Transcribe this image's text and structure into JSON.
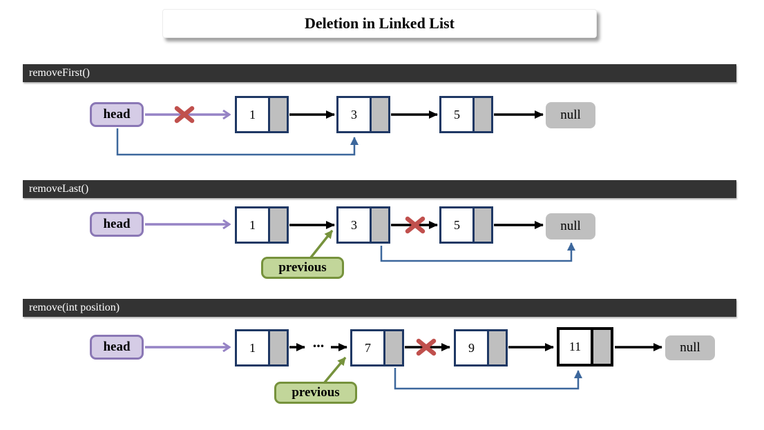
{
  "title": "Deletion in Linked List",
  "sections": [
    {
      "label": "removeFirst()",
      "head_label": "head",
      "nodes": [
        "1",
        "3",
        "5"
      ],
      "tail_label": "null",
      "removed_link": "head → 1",
      "relink_arrow": "head → 3"
    },
    {
      "label": "removeLast()",
      "head_label": "head",
      "nodes": [
        "1",
        "3",
        "5"
      ],
      "tail_label": "null",
      "previous_label": "previous",
      "removed_link": "3 → 5",
      "relink_arrow": "3 → null"
    },
    {
      "label": "remove(int position)",
      "head_label": "head",
      "nodes": [
        "1",
        "7",
        "9",
        "11"
      ],
      "ellipsis": "...",
      "tail_label": "null",
      "previous_label": "previous",
      "removed_link": "7 → 9",
      "relink_arrow": "7 → 11"
    }
  ],
  "colors": {
    "section_bar_bg": "#333333",
    "section_bar_text": "#ffffff",
    "head_box_fill": "#d5cce6",
    "head_box_border": "#8a77b5",
    "head_arrow": "#9683c5",
    "node_border": "#1f3864",
    "last_node_border": "#000000",
    "node_pointer_fill": "#bfbfbf",
    "null_box_fill": "#bfbfbf",
    "next_arrow": "#000000",
    "removed_x_mark": "#c0504d",
    "relink_arrow": "#3c679c",
    "previous_box_fill": "#c2d69a",
    "previous_box_border": "#76923c"
  }
}
